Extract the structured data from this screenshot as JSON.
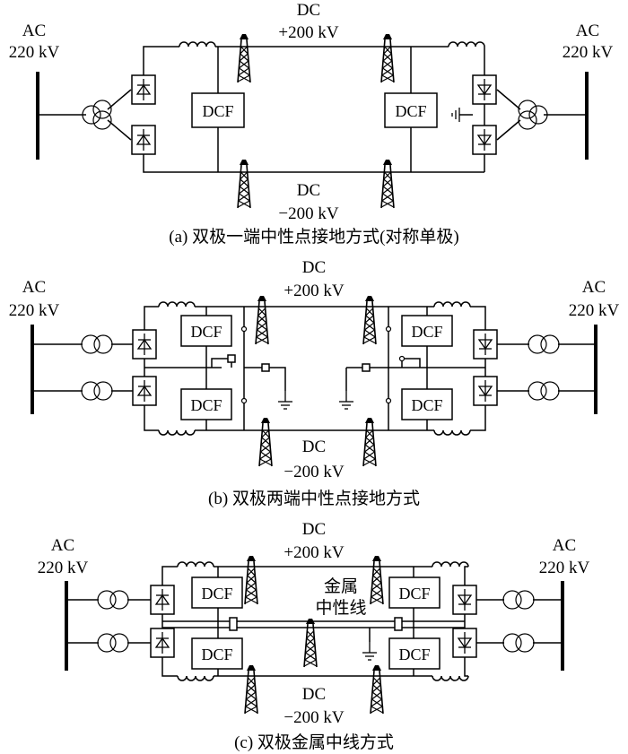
{
  "diagrams": {
    "a": {
      "dc_title": "DC",
      "dc_pos": "+200 kV",
      "dc_title_bottom": "DC",
      "dc_neg": "−200 kV",
      "ac_left_1": "AC",
      "ac_left_2": "220 kV",
      "ac_right_1": "AC",
      "ac_right_2": "220 kV",
      "dcf": "DCF",
      "caption": "(a)  双极一端中性点接地方式(对称单极)"
    },
    "b": {
      "dc_title": "DC",
      "dc_pos": "+200 kV",
      "dc_title_bottom": "DC",
      "dc_neg": "−200 kV",
      "ac_left_1": "AC",
      "ac_left_2": "220 kV",
      "ac_right_1": "AC",
      "ac_right_2": "220 kV",
      "dcf": "DCF",
      "caption": "(b)  双极两端中性点接地方式"
    },
    "c": {
      "dc_title": "DC",
      "dc_pos": "+200 kV",
      "dc_title_bottom": "DC",
      "dc_neg": "−200 kV",
      "ac_left_1": "AC",
      "ac_left_2": "220 kV",
      "ac_right_1": "AC",
      "ac_right_2": "220 kV",
      "dcf": "DCF",
      "metal_1": "金属",
      "metal_2": "中性线",
      "caption": "(c)  双极金属中线方式"
    }
  }
}
